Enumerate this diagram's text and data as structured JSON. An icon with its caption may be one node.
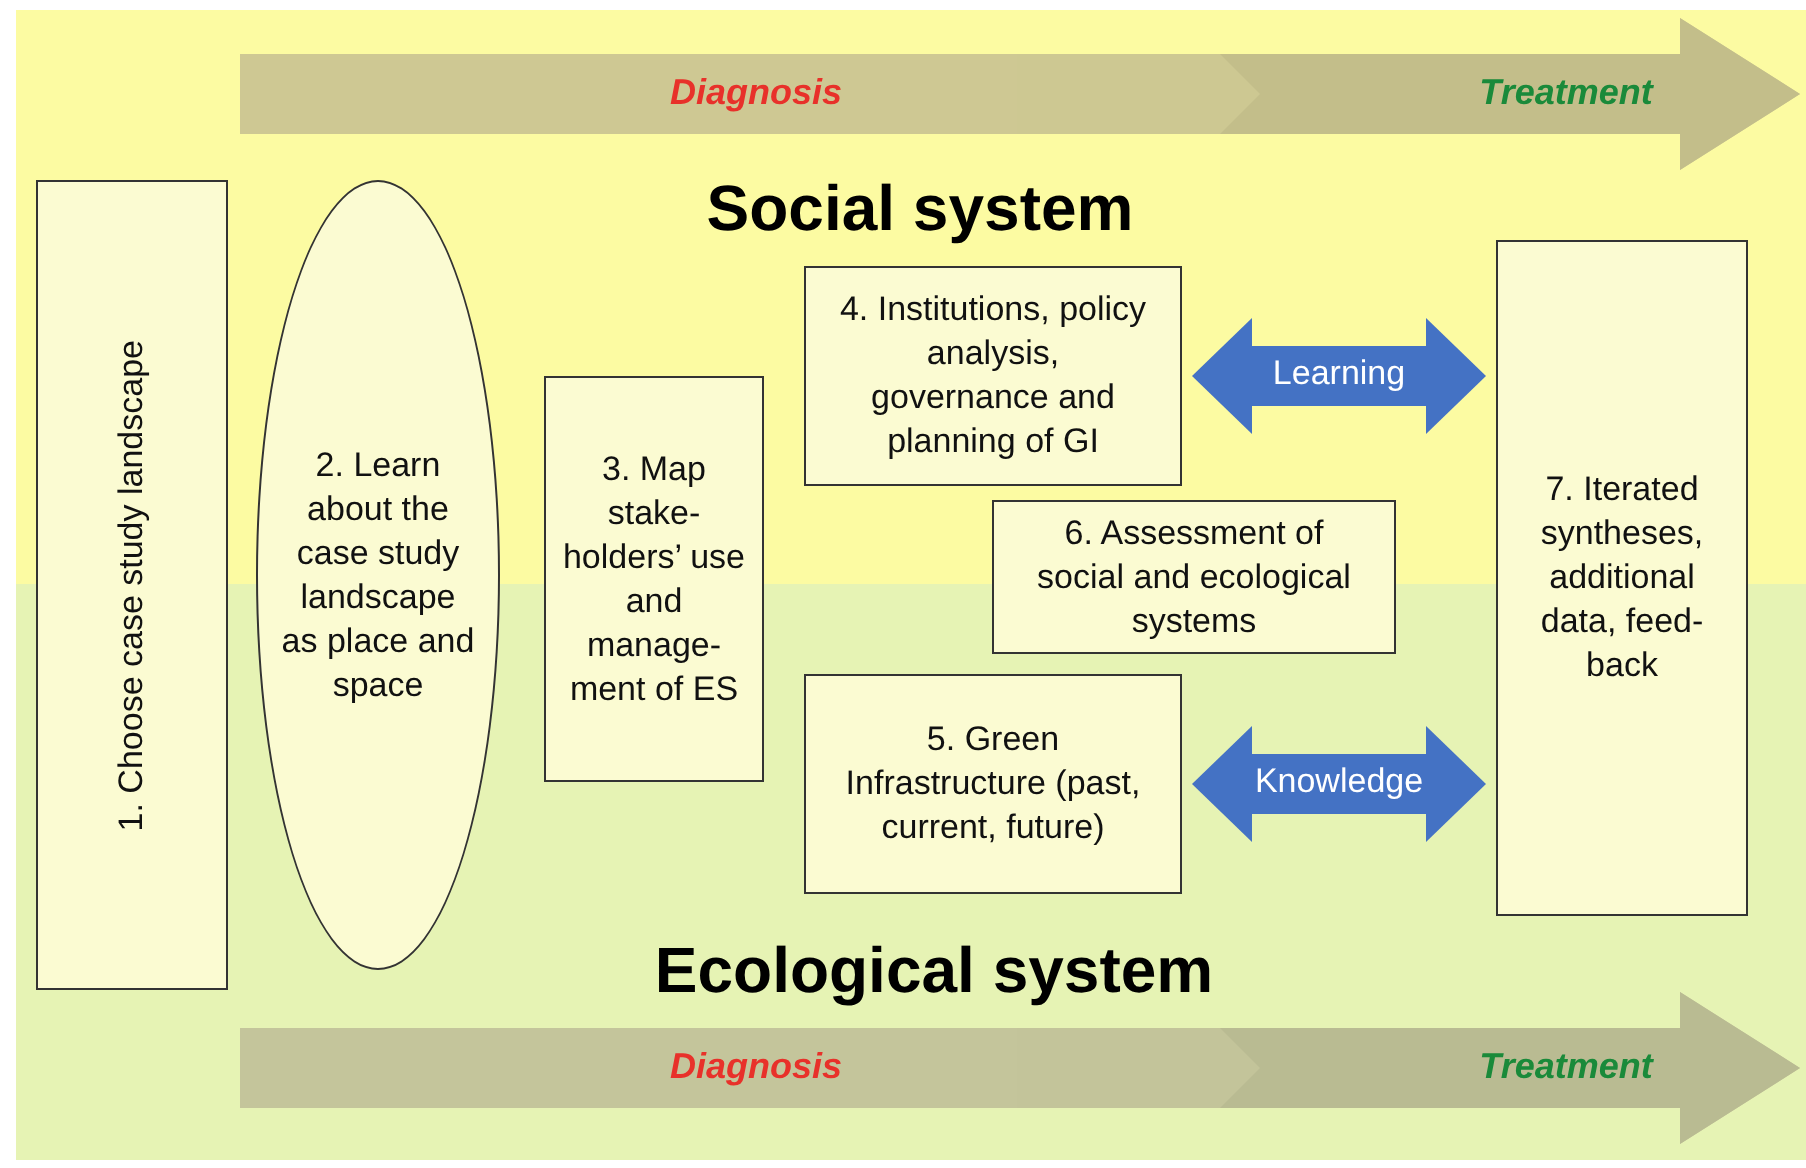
{
  "diagram": {
    "nodes": [
      {
        "text": [
          "1. Choose case study landscape"
        ]
      },
      {
        "text": [
          "2. Learn about the case study landscape as place and space"
        ]
      },
      {
        "text": [
          "3. Map stake-holders’ use and manage-ment of ES"
        ]
      },
      {
        "text": [
          "4. Institutions, policy analysis, governance and planning of GI"
        ]
      },
      {
        "text": [
          "6. Assessment of social and ecological systems"
        ]
      },
      {
        "text": [
          "5. Green Infrastructure (past, current, future)"
        ]
      },
      {
        "text": [
          "7. Iterated syntheses, additional data, feed-back"
        ]
      }
    ],
    "edges": [
      {
        "from": 3,
        "to": 6,
        "arrow": "both",
        "label": "Learning"
      },
      {
        "from": 5,
        "to": 6,
        "arrow": "both",
        "label": "Knowledge"
      }
    ],
    "labels": [
      "Diagnosis",
      "Treatment",
      "Social system",
      "Ecological system",
      "Diagnosis",
      "Treatment"
    ]
  }
}
